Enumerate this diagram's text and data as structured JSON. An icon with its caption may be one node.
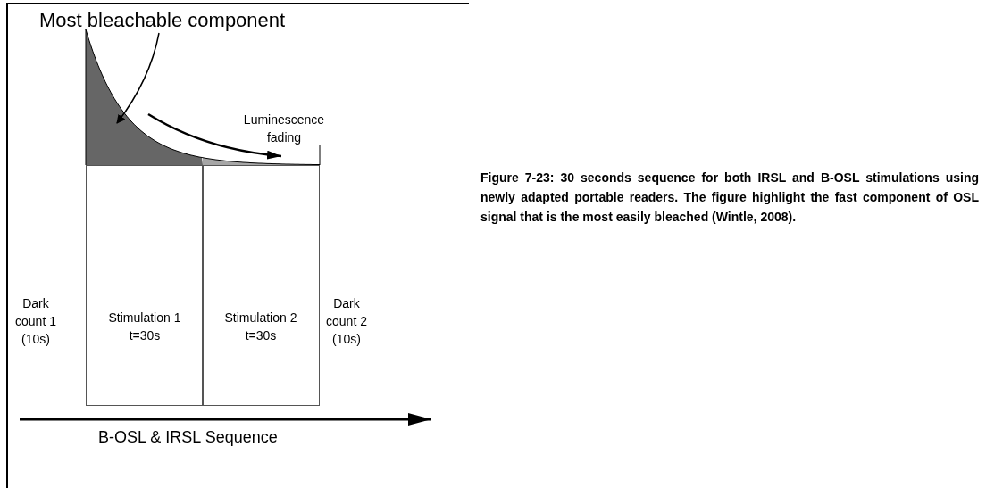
{
  "diagram": {
    "caption": "Figure 7-23: 30 seconds sequence for both IRSL and B-OSL stimulations using newly adapted portable readers. The figure highlight the fast component of OSL signal that is the most easily bleached (Wintle, 2008).",
    "nodes": [
      {
        "text": [
          "Most bleachable component"
        ]
      },
      {
        "text": [],
        "shape": "area"
      },
      {
        "text": [
          "Stimulation 1 t=30s"
        ]
      },
      {
        "text": [
          "Stimulation 2 t=30s"
        ]
      }
    ],
    "edges": [
      {
        "from": 0,
        "to": 1,
        "arrow": "to"
      }
    ],
    "labels": [
      "Luminescence fading",
      "Dark count 1 (10s)",
      "Dark count 2 (10s)",
      "B-OSL & IRSL Sequence"
    ]
  }
}
